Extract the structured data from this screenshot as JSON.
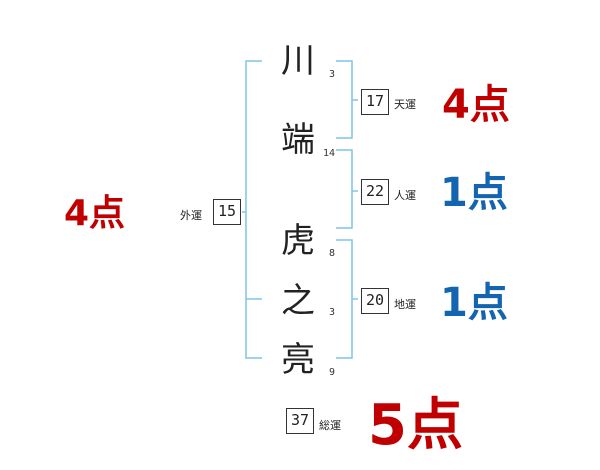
{
  "name": {
    "characters": [
      {
        "char": "川",
        "strokes": "3"
      },
      {
        "char": "端",
        "strokes": "14"
      },
      {
        "char": "虎",
        "strokes": "8"
      },
      {
        "char": "之",
        "strokes": "3"
      },
      {
        "char": "亮",
        "strokes": "9"
      }
    ]
  },
  "fortunes": {
    "outer": {
      "value": "15",
      "label": "外運",
      "score": "4点"
    },
    "heaven": {
      "value": "17",
      "label": "天運",
      "score": "4点"
    },
    "person": {
      "value": "22",
      "label": "人運",
      "score": "1点"
    },
    "earth": {
      "value": "20",
      "label": "地運",
      "score": "1点"
    },
    "total": {
      "value": "37",
      "label": "総運",
      "score": "5点"
    }
  },
  "colors": {
    "bracket": "#7fc4e8",
    "score_red": "#c00000",
    "score_blue": "#1465b0"
  }
}
